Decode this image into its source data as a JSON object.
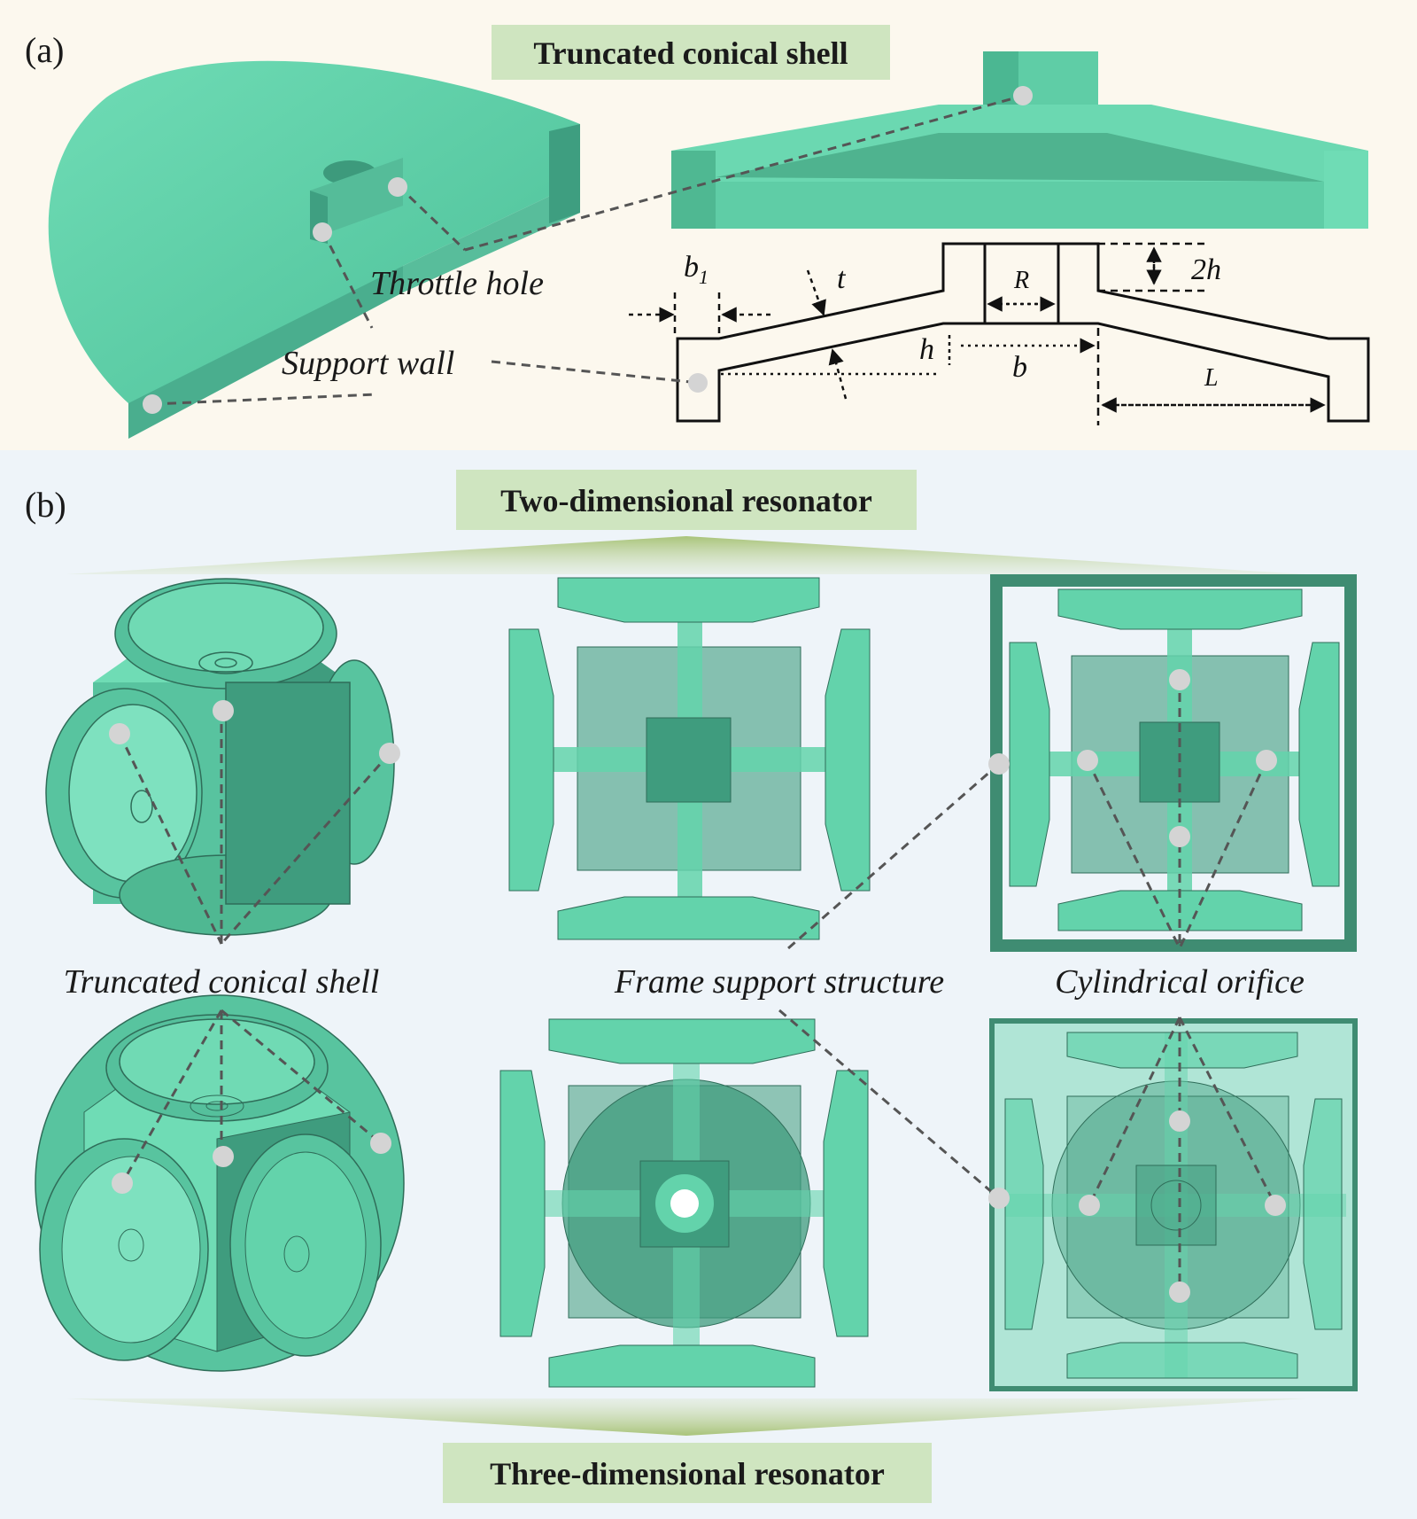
{
  "panel_a": {
    "tag": "(a)",
    "title": "Truncated conical shell",
    "label_throttle_hole": "Throttle hole",
    "label_support_wall": "Support wall",
    "dims": {
      "b1_main": "b",
      "b1_sub": "1",
      "t": "t",
      "R": "R",
      "two_h": "2h",
      "h": "h",
      "b": "b",
      "L": "L"
    }
  },
  "panel_b": {
    "tag": "(b)",
    "title_top": "Two-dimensional resonator",
    "title_bottom": "Three-dimensional resonator",
    "label_shell": "Truncated conical shell",
    "label_frame": "Frame support structure",
    "label_orifice": "Cylindrical orifice"
  },
  "colors": {
    "panel_a_bg": "#fcf8ee",
    "panel_b_bg": "#eef4f9",
    "title_box": "#cfe5c0",
    "shell_green": "#63d3ab",
    "shell_dark": "#3f9c7e",
    "marker": "#d4d4d4"
  }
}
